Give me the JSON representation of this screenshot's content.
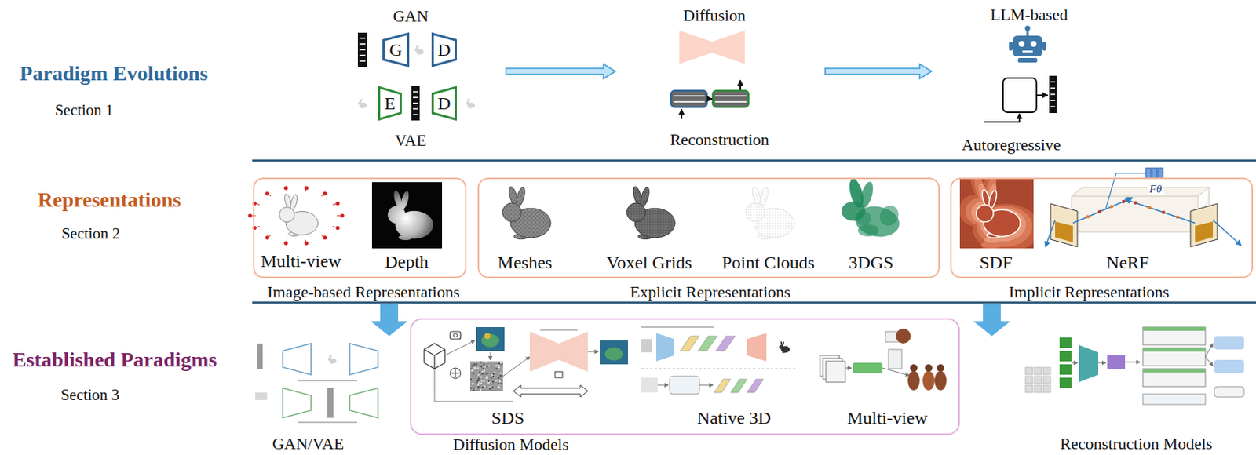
{
  "diagram": {
    "nodes": [
      {
        "text": [
          "G"
        ]
      },
      {
        "text": [
          "D"
        ]
      },
      {
        "text": [
          "E"
        ]
      },
      {
        "text": [
          "D"
        ]
      },
      {
        "text": [
          "Image-based Representations",
          "Multi-view",
          "Depth"
        ]
      },
      {
        "text": [
          "Explicit Representations",
          "Meshes",
          "Voxel Grids",
          "Point Clouds",
          "3DGS"
        ]
      },
      {
        "text": [
          "Implicit Representations",
          "SDF",
          "NeRF"
        ]
      },
      {
        "text": [
          "Diffusion Models",
          "SDS",
          "Native 3D",
          "Multi-view"
        ]
      }
    ],
    "labels": [
      "Paradigm Evolutions",
      "Section 1",
      "GAN",
      "VAE",
      "Diffusion",
      "Reconstruction",
      "LLM-based",
      "Autoregressive",
      "Representations",
      "Section 2",
      "Fθ",
      "Established Paradigms",
      "Section 3",
      "GAN/VAE",
      "Reconstruction Models"
    ]
  }
}
